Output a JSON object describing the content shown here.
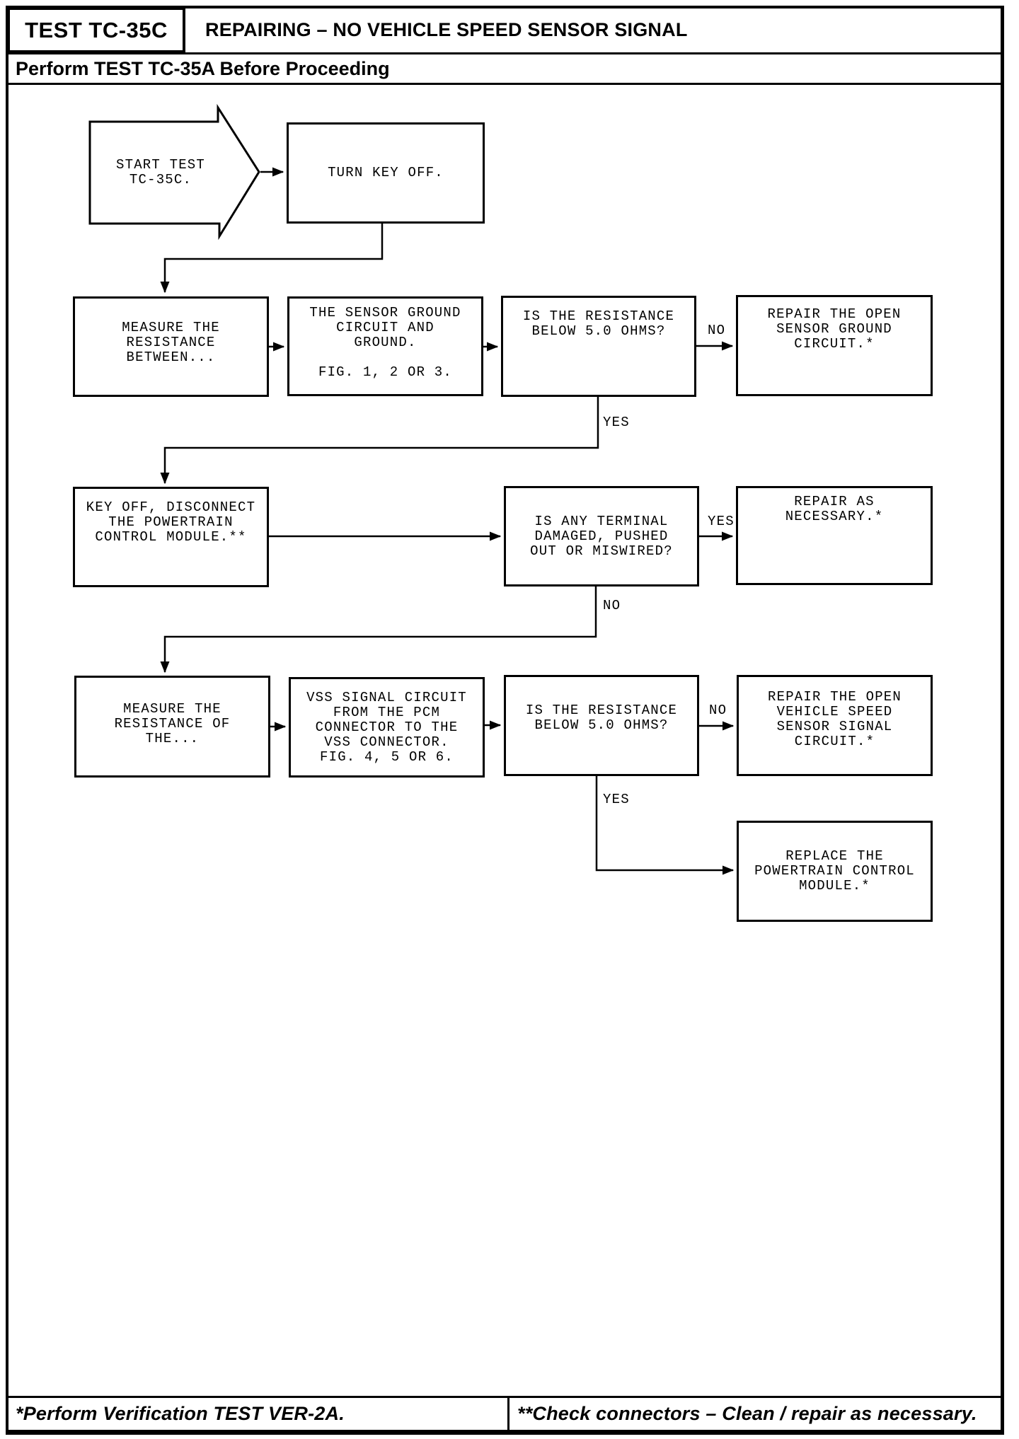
{
  "header": {
    "test_id": "TEST TC-35C",
    "title": "REPAIRING – NO VEHICLE SPEED SENSOR SIGNAL",
    "subtitle": "Perform TEST TC-35A Before Proceeding"
  },
  "flowchart": {
    "start": "START TEST\nTC-35C.",
    "turn_key_off": "TURN KEY OFF.",
    "measure_resistance_between": "MEASURE THE\nRESISTANCE\nBETWEEN...",
    "sensor_ground_circuit": "THE SENSOR GROUND\nCIRCUIT AND\nGROUND.\n\nFIG. 1, 2 OR 3.",
    "resistance_below_5_ohms_1": "IS THE RESISTANCE\nBELOW 5.0 OHMS?",
    "repair_open_sensor_ground": "REPAIR THE OPEN\nSENSOR GROUND\nCIRCUIT.*",
    "key_off_disconnect_pcm": "KEY OFF, DISCONNECT\nTHE POWERTRAIN\nCONTROL MODULE.**",
    "terminal_damaged": "IS ANY TERMINAL\nDAMAGED, PUSHED\nOUT OR MISWIRED?",
    "repair_as_necessary": "REPAIR AS\nNECESSARY.*",
    "measure_resistance_of": "MEASURE THE\nRESISTANCE OF\nTHE...",
    "vss_signal_circuit": "VSS SIGNAL CIRCUIT\nFROM THE PCM\nCONNECTOR TO THE\nVSS CONNECTOR.\nFIG. 4, 5 OR 6.",
    "resistance_below_5_ohms_2": "IS THE RESISTANCE\nBELOW 5.0 OHMS?",
    "repair_open_vss_signal": "REPAIR THE OPEN\nVEHICLE SPEED\nSENSOR SIGNAL\nCIRCUIT.*",
    "replace_pcm": "REPLACE THE\nPOWERTRAIN CONTROL\nMODULE.*",
    "labels": {
      "no1": "NO",
      "yes1": "YES",
      "yes2": "YES",
      "no2": "NO",
      "no3": "NO",
      "yes3": "YES"
    }
  },
  "footer": {
    "left": "*Perform Verification TEST VER-2A.",
    "right": "**Check connectors – Clean / repair as necessary."
  },
  "colors": {
    "ink": "#000000",
    "paper": "#ffffff"
  }
}
